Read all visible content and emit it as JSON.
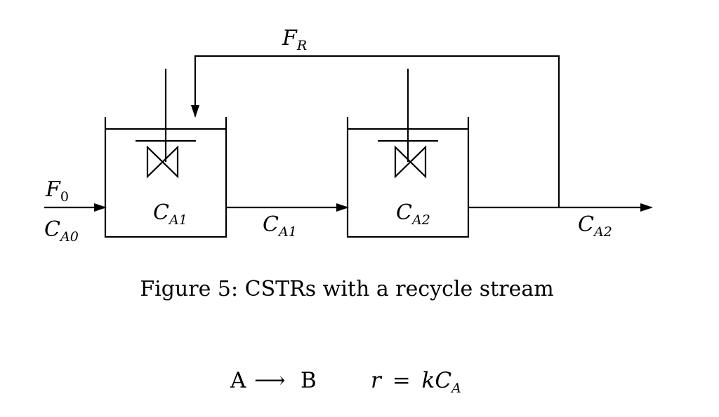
{
  "diagram": {
    "labels": {
      "recycle_flow": {
        "main": "F",
        "sub": "R"
      },
      "feed_flow": {
        "main": "F",
        "sub": "0"
      },
      "feed_conc": {
        "main": "C",
        "sub": "A0"
      },
      "reactor1_conc": {
        "main": "C",
        "sub": "A1"
      },
      "intermediate_conc": {
        "main": "C",
        "sub": "A1"
      },
      "reactor2_conc": {
        "main": "C",
        "sub": "A2"
      },
      "outlet_conc": {
        "main": "C",
        "sub": "A2"
      }
    },
    "caption": "Figure 5: CSTRs with a recycle stream",
    "reaction": {
      "reactant": "A",
      "arrow": "⟶",
      "product": "B",
      "rate_lhs": "r",
      "equals": "=",
      "rate_k": "k",
      "rate_c": "C",
      "rate_sub": "A"
    }
  }
}
